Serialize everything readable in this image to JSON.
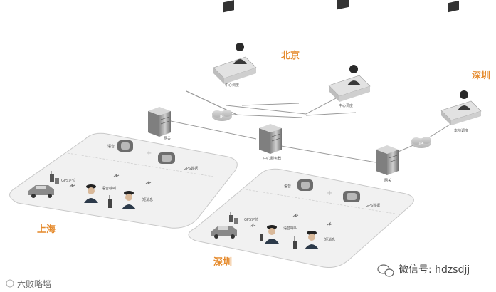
{
  "cities": {
    "beijing": "北京",
    "shenzhen_top": "深圳",
    "shanghai": "上海",
    "shenzhen_bottom": "深圳"
  },
  "dispatch": {
    "beijing_center_1": "中心调度",
    "beijing_center_2": "中心调度",
    "shenzhen_local": "本地调度"
  },
  "cloud": {
    "ip_1": "IP",
    "ip_2": "IP"
  },
  "servers": {
    "gateway_left": "网关",
    "center_server": "中心服务器",
    "gateway_right": "网关"
  },
  "shanghai_zone": {
    "voice": "语音",
    "gps_info": "GPS数据",
    "gps_locate": "GPS定位",
    "voice_call": "语音呼叫",
    "sms": "短消息"
  },
  "shenzhen_zone": {
    "voice": "语音",
    "gps_info": "GPS数据",
    "gps_locate": "GPS定位",
    "voice_call": "语音呼叫",
    "sms": "短消息"
  },
  "watermarks": {
    "left": "六败略墙",
    "right": "微信号: hdzsdjj"
  },
  "colors": {
    "accent": "#e58a2c",
    "zone_fill": "#f1f1f1",
    "zone_stroke": "#c8c8c8",
    "line": "#9a9a9a"
  }
}
